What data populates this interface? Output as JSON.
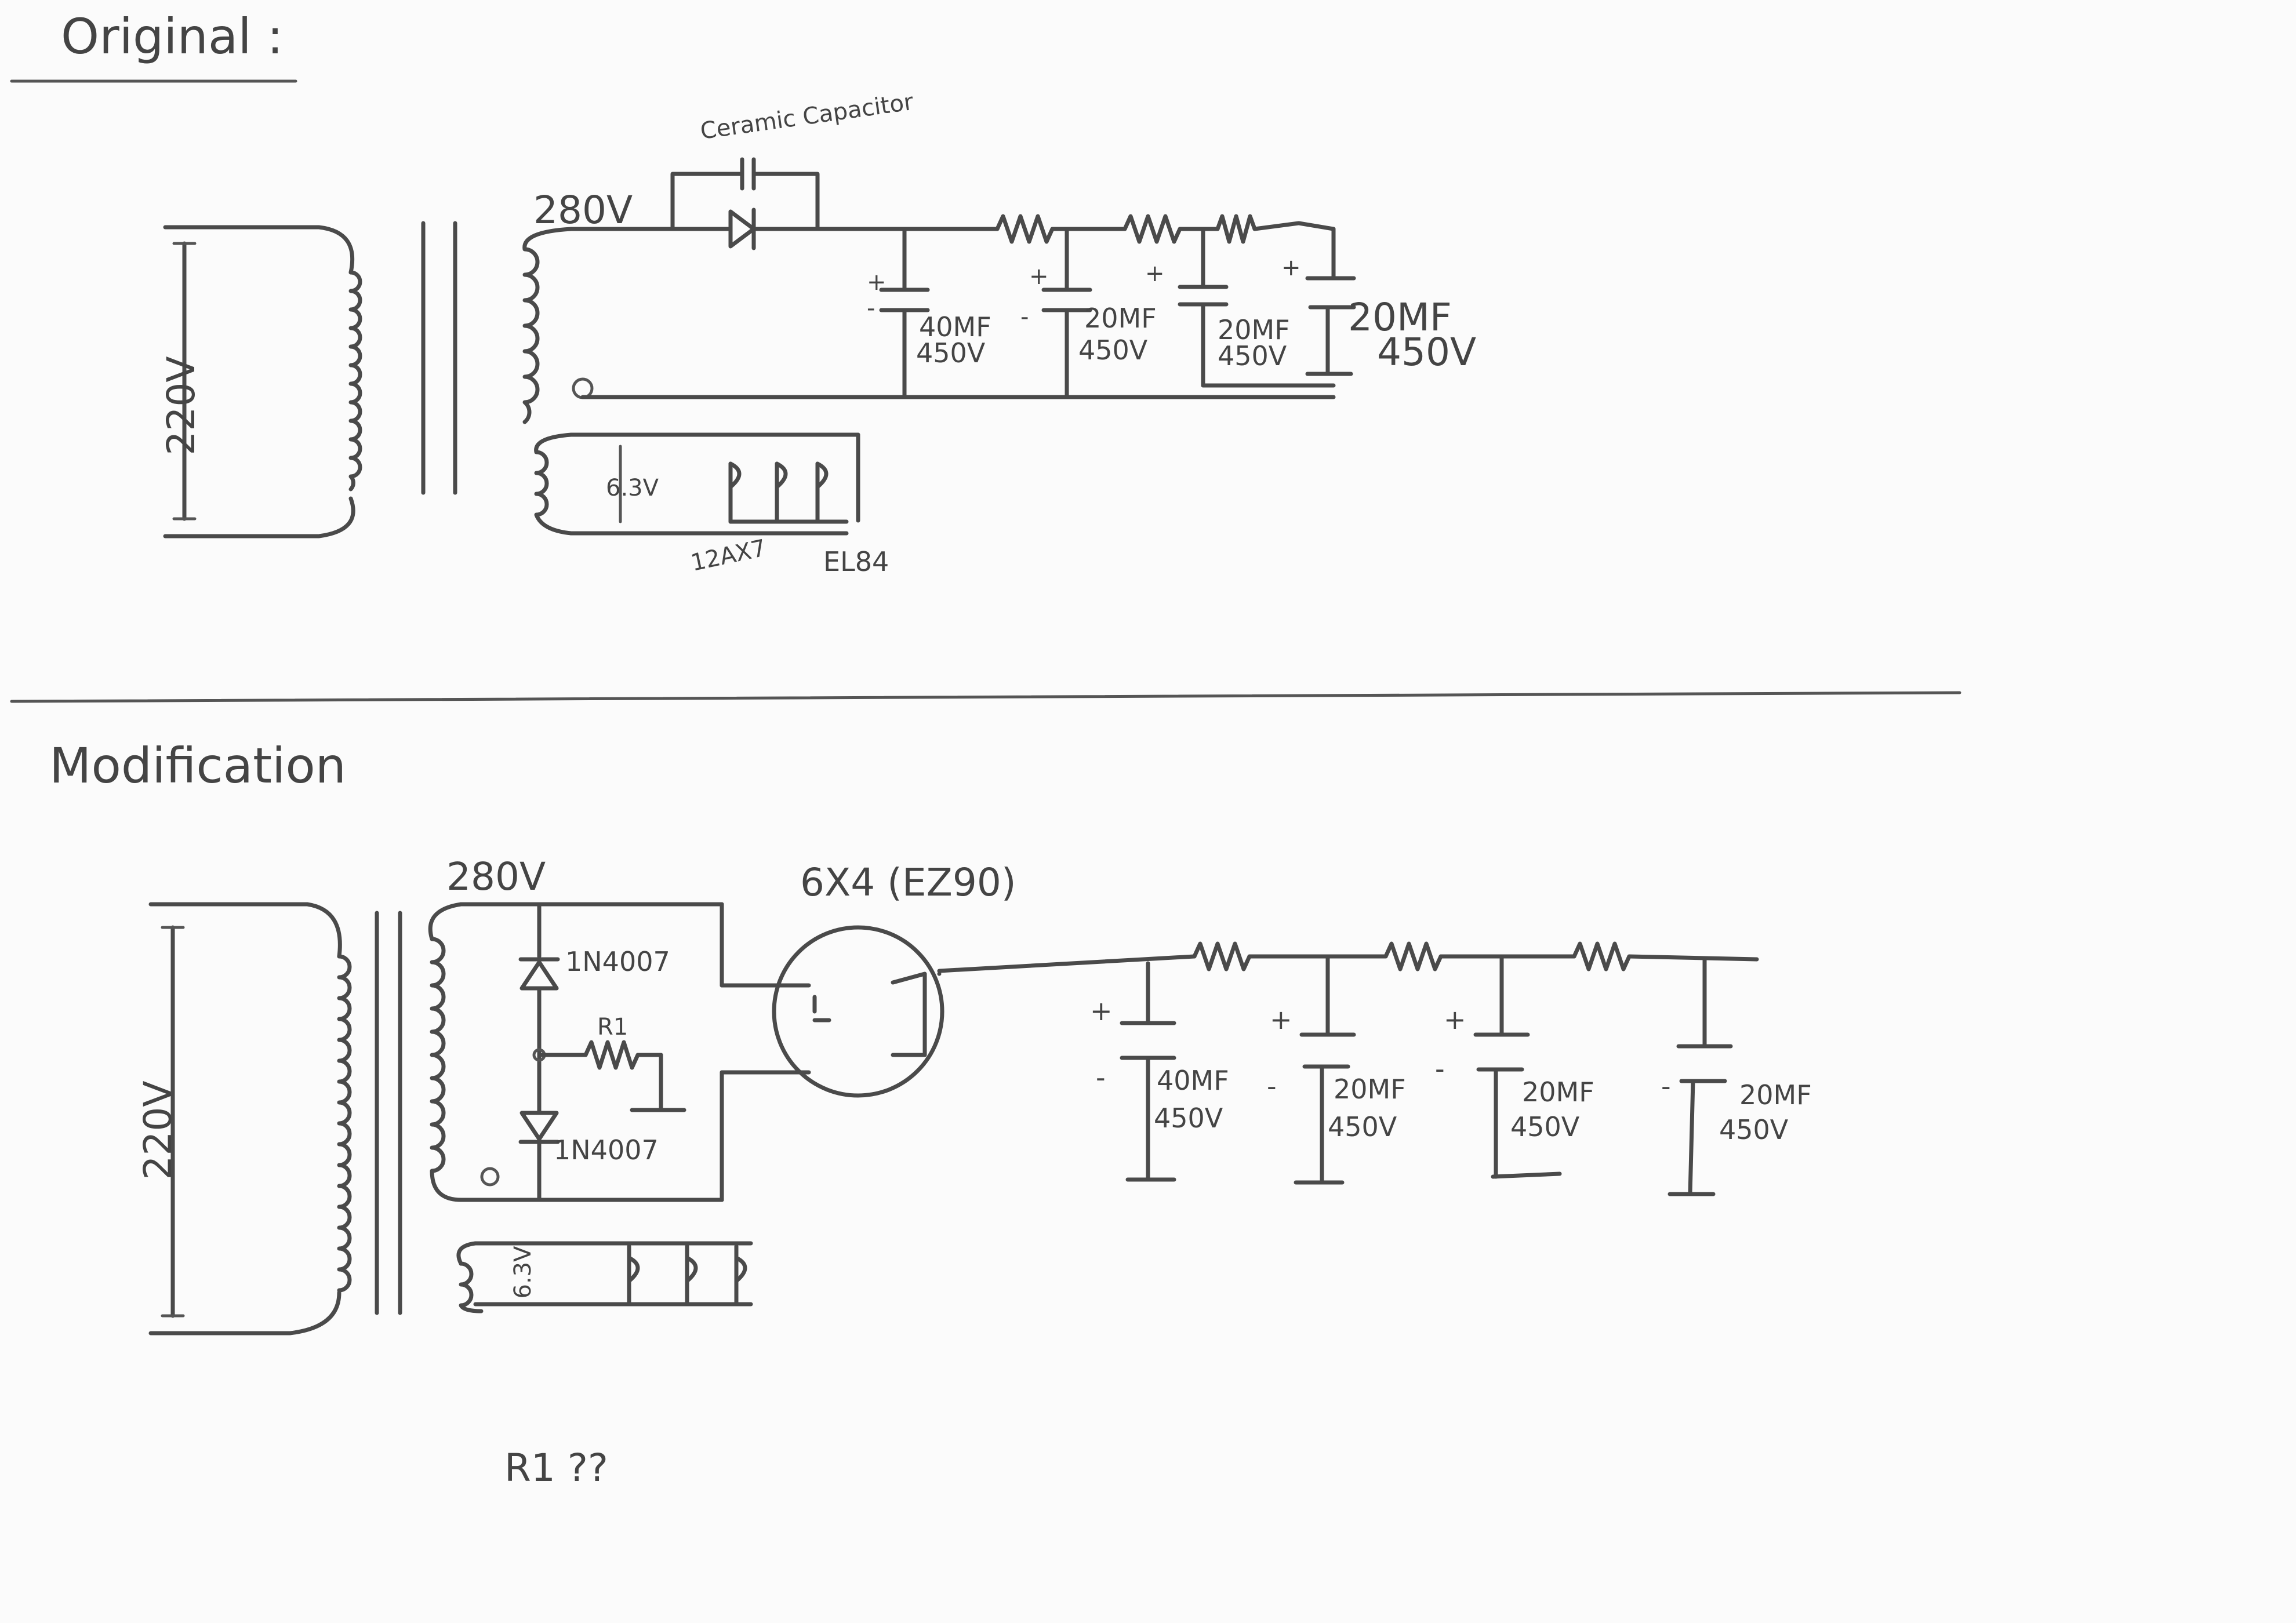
{
  "original": {
    "heading": "Original :",
    "primary_voltage": "220V",
    "secondary_voltage": "280V",
    "ceramic_label": "Ceramic Capacitor",
    "heater_voltage": "6.3V",
    "tube_1": "12AX7",
    "tube_2": "EL84",
    "cap_1": [
      "40MF",
      "450V"
    ],
    "cap_2": [
      "20MF",
      "450V"
    ],
    "cap_3": [
      "20MF",
      "450V"
    ],
    "cap_4": [
      "20MF",
      "450V"
    ]
  },
  "modification": {
    "heading": "Modification",
    "primary_voltage": "220V",
    "secondary_voltage": "280V",
    "rectifier_tube": "6X4 (EZ90)",
    "diode_1": "1N4007",
    "diode_2": "1N4007",
    "resistor": "R1",
    "heater_voltage": "6.3V",
    "cap_1": [
      "40MF",
      "450V"
    ],
    "cap_2": [
      "20MF",
      "450V"
    ],
    "cap_3": [
      "20MF",
      "450V"
    ],
    "cap_4": [
      "20MF",
      "450V"
    ]
  },
  "note": "R1 ??"
}
